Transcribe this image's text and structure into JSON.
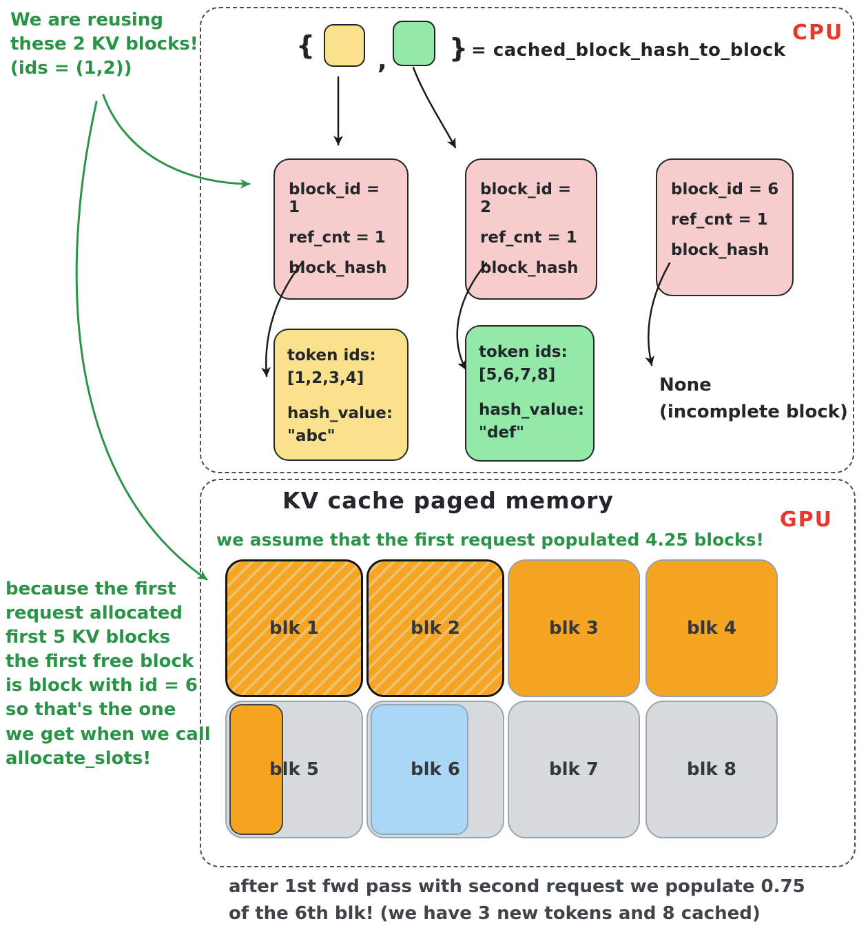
{
  "cpu": {
    "label": "CPU",
    "dict_expr": {
      "open": "{",
      "comma": ",",
      "close": "}",
      "equals": "= cached_block_hash_to_block"
    },
    "blocks": [
      {
        "line1": "block_id = 1",
        "line2": "ref_cnt = 1",
        "line3": "block_hash"
      },
      {
        "line1": "block_id = 2",
        "line2": "ref_cnt = 1",
        "line3": "block_hash"
      },
      {
        "line1": "block_id = 6",
        "line2": "ref_cnt = 1",
        "line3": "block_hash"
      }
    ],
    "token_blocks": [
      {
        "line1": "token ids:",
        "line2": "[1,2,3,4]",
        "line3": "hash_value:",
        "line4": "\"abc\""
      },
      {
        "line1": "token ids:",
        "line2": "[5,6,7,8]",
        "line3": "hash_value:",
        "line4": "\"def\""
      }
    ],
    "none_note": "None\n(incomplete block)"
  },
  "gpu": {
    "label": "GPU",
    "title": "KV cache paged memory",
    "note": "we assume that the first request populated 4.25 blocks!",
    "row1": [
      {
        "label": "blk 1"
      },
      {
        "label": "blk 2"
      },
      {
        "label": "blk 3"
      },
      {
        "label": "blk 4"
      }
    ],
    "row2": [
      {
        "label": "blk 5"
      },
      {
        "label": "blk 6"
      },
      {
        "label": "blk 7"
      },
      {
        "label": "blk 8"
      }
    ]
  },
  "notes": {
    "reuse": "We are reusing\nthese 2 KV blocks!\n(ids = (1,2))",
    "allocate": "because the first\nrequest allocated\nfirst 5 KV blocks\nthe first free block\nis block with id = 6\nso that's the one\nwe get when we call\nallocate_slots!",
    "footer": "after 1st fwd pass with second request we populate 0.75\nof the 6th blk! (we have 3 new tokens and 8 cached)"
  },
  "colors": {
    "green_text": "#2b9348",
    "red_label": "#e8372c",
    "pink": "#f8cdcd",
    "yellow": "#fae28c",
    "green_block": "#93e9a8",
    "orange": "#f5a522",
    "gray": "#d7dbde",
    "blue": "#a9d7f5"
  }
}
